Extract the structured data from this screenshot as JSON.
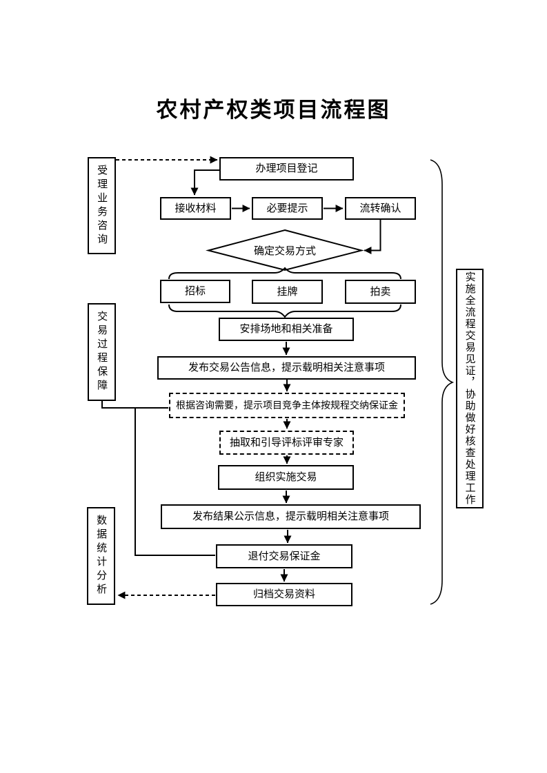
{
  "page": {
    "title": "农村产权类项目流程图",
    "background_color": "#ffffff",
    "line_color": "#000000"
  },
  "side_boxes": {
    "accept_consult": "受理业务咨询",
    "process_guarantee": "交易过程保障",
    "data_stats": "数据统计分析",
    "witness": "实施全流程交易见证，协助做好核查处理工作"
  },
  "flow_nodes": {
    "register": "办理项目登记",
    "receive_materials": "接收材料",
    "necessary_notice": "必要提示",
    "transfer_confirm": "流转确认",
    "decide_method": "确定交易方式",
    "bidding": "招标",
    "listing": "挂牌",
    "auction": "拍卖",
    "arrange_venue": "安排场地和相关准备",
    "announce_info": "发布交易公告信息，提示载明相关注意事项",
    "deposit_prompt": "根据咨询需要，提示项目竞争主体按规程交纳保证金",
    "expert_draw": "抽取和引导评标评审专家",
    "organize_trade": "组织实施交易",
    "publicity_info": "发布结果公示信息，提示载明相关注意事项",
    "refund_deposit": "退付交易保证金",
    "archive_files": "归档交易资料"
  },
  "flow_edges": [
    {
      "from": "受理业务咨询",
      "to": "办理项目登记",
      "style": "dashed-arrow"
    },
    {
      "from": "办理项目登记",
      "to": "接收材料",
      "style": "solid-arrow"
    },
    {
      "from": "接收材料",
      "to": "必要提示",
      "style": "solid-arrow"
    },
    {
      "from": "必要提示",
      "to": "流转确认",
      "style": "solid-arrow"
    },
    {
      "from": "流转确认",
      "to": "确定交易方式",
      "style": "solid-arrow"
    },
    {
      "from": "确定交易方式",
      "to": "招标/挂牌/拍卖",
      "style": "brace"
    },
    {
      "from": "招标/挂牌/拍卖",
      "to": "安排场地和相关准备",
      "style": "brace"
    },
    {
      "from": "安排场地和相关准备",
      "to": "发布交易公告信息，提示载明相关注意事项",
      "style": "solid-arrow"
    },
    {
      "from": "发布交易公告信息，提示载明相关注意事项",
      "to": "根据咨询需要，提示项目竞争主体按规程交纳保证金",
      "style": "solid-arrow"
    },
    {
      "from": "根据咨询需要，提示项目竞争主体按规程交纳保证金",
      "to": "抽取和引导评标评审专家",
      "style": "dashed-arrow"
    },
    {
      "from": "抽取和引导评标评审专家",
      "to": "组织实施交易",
      "style": "dashed-arrow"
    },
    {
      "from": "组织实施交易",
      "to": "发布结果公示信息，提示载明相关注意事项",
      "style": "solid-arrow"
    },
    {
      "from": "发布结果公示信息，提示载明相关注意事项",
      "to": "退付交易保证金",
      "style": "solid-arrow"
    },
    {
      "from": "退付交易保证金",
      "to": "归档交易资料",
      "style": "solid-arrow"
    },
    {
      "from": "交易过程保障",
      "to": "根据咨询需要，提示项目竞争主体按规程交纳保证金",
      "style": "solid-line"
    },
    {
      "from": "交易过程保障",
      "to": "退付交易保证金",
      "style": "solid-line"
    },
    {
      "from": "归档交易资料",
      "to": "数据统计分析",
      "style": "dashed-arrow"
    },
    {
      "from": "全流程",
      "to": "实施全流程交易见证，协助做好核查处理工作",
      "style": "right-brace"
    }
  ]
}
